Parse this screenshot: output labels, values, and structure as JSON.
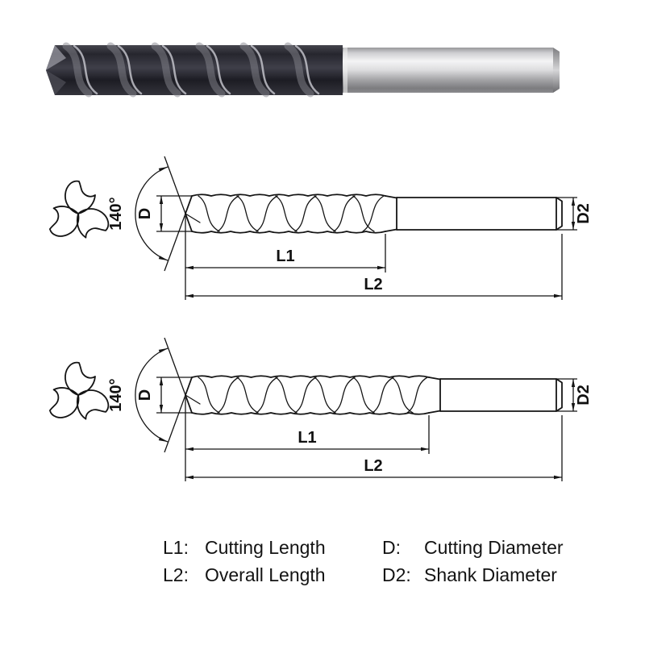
{
  "diagram1": {
    "angle": "140°",
    "d": "D",
    "d2": "D2",
    "l1": "L1",
    "l2": "L2"
  },
  "diagram2": {
    "angle": "140°",
    "d": "D",
    "d2": "D2",
    "l1": "L1",
    "l2": "L2"
  },
  "legend": {
    "left": [
      {
        "abbr": "L1:",
        "desc": "Cutting Length"
      },
      {
        "abbr": "L2:",
        "desc": "Overall Length"
      }
    ],
    "right": [
      {
        "abbr": "D:",
        "desc": "Cutting Diameter"
      },
      {
        "abbr": "D2:",
        "desc": "Shank Diameter"
      }
    ]
  },
  "colors": {
    "line": "#141414",
    "flute_dark": "#26262e",
    "shank_light": "#f4f4f5"
  }
}
